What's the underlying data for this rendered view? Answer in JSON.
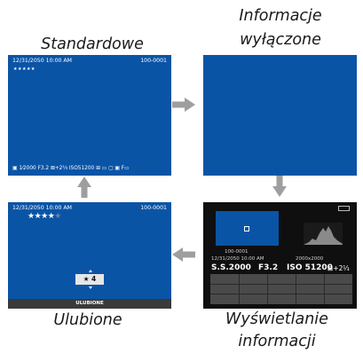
{
  "captions": {
    "standard": "Standardowe",
    "info_off_line1": "Informacje",
    "info_off_line2": "wyłączone",
    "favorites": "Ulubione",
    "info_display_line1": "Wyświetlanie",
    "info_display_line2": "informacji"
  },
  "standard_screen": {
    "datetime": "12/31/2050 10:00 AM",
    "frame": "100-0001",
    "stars": "★★★★★",
    "status_bar": "▣ 1⁄2000   F3.2   ⊠+2⅓   ISO51200   ⊞ ▭ ▢ ▣ F▭"
  },
  "favorites_screen": {
    "datetime": "12/31/2050 10:00 AM",
    "frame": "100-0001",
    "stars_filled": "★★★★",
    "stars_empty": "★",
    "rating_badge": "★ 4",
    "bottom_label": "ULUBIONE"
  },
  "info_screen": {
    "frame": "100-0001",
    "datetime": "12/31/2050 10:00 AM",
    "image_size": "2000x2000",
    "shutter": "S.S.2000",
    "aperture": "F3.2",
    "iso": "ISO 51200",
    "exposure_comp": "⊠+2⅓"
  },
  "colors": {
    "screen_blue": "#0a54a6",
    "arrow_gray": "#9e9e9e",
    "info_bg": "#0f0f0f"
  },
  "icons": [
    "arrow-right-icon",
    "arrow-down-icon",
    "arrow-left-icon",
    "arrow-up-icon",
    "star-icon",
    "histogram-icon"
  ]
}
